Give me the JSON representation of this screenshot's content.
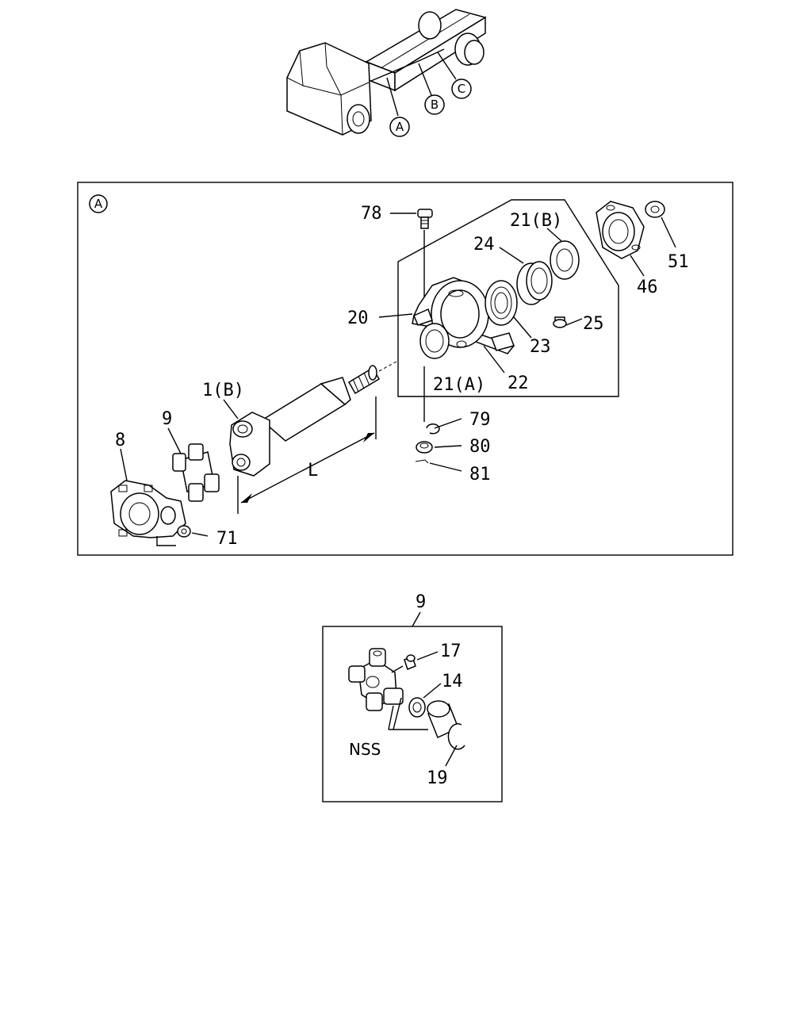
{
  "overview": {
    "callouts": [
      "A",
      "B",
      "C"
    ]
  },
  "detail_a": {
    "marker": "A",
    "labels": {
      "p78": "78",
      "p21b": "21(B)",
      "p24": "24",
      "p51": "51",
      "p46": "46",
      "p20": "20",
      "p25": "25",
      "p23": "23",
      "p22": "22",
      "p21a": "21(A)",
      "p1b": "1(B)",
      "p9": "9",
      "p8": "8",
      "p79": "79",
      "p80": "80",
      "p81": "81",
      "pL": "L",
      "p71": "71"
    }
  },
  "detail_9": {
    "title": "9",
    "labels": {
      "p17": "17",
      "p14": "14",
      "nss": "NSS",
      "p19": "19"
    }
  }
}
